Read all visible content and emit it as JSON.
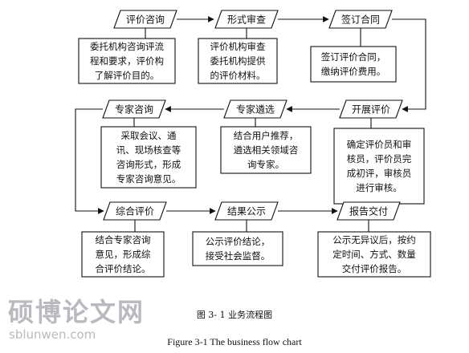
{
  "stages": [
    {
      "id": "s1",
      "title": "评价咨询",
      "body": [
        "委托机构咨询评流",
        "程和要求，评价构",
        "了解评价目的。"
      ]
    },
    {
      "id": "s2",
      "title": "形式审查",
      "body": [
        "评价机构审查",
        "委托机构提供",
        "的评价材料。"
      ]
    },
    {
      "id": "s3",
      "title": "签订合同",
      "body": [
        "签订评价合同，",
        "缴纳评价费用。"
      ]
    },
    {
      "id": "s4",
      "title": "开展评价",
      "body": [
        "确定评价员和审",
        "核员，评价员完",
        "成初评，审核员",
        "进行审核。"
      ]
    },
    {
      "id": "s5",
      "title": "专家遴选",
      "body": [
        "结合用户推荐，",
        "遴选相关领域咨",
        "询专家。"
      ]
    },
    {
      "id": "s6",
      "title": "专家咨询",
      "body": [
        "采取会议、通",
        "讯、现场核查等",
        "咨询形式，形成",
        "专家咨询意见。"
      ]
    },
    {
      "id": "s7",
      "title": "综合评价",
      "body": [
        "结合专家咨询",
        "意见，形成综",
        "合评价结论。"
      ]
    },
    {
      "id": "s8",
      "title": "结果公示",
      "body": [
        "公示评价结论，",
        "接受社会监督。"
      ]
    },
    {
      "id": "s9",
      "title": "报告交付",
      "body": [
        "公示无异议后，按约",
        "定时间、方式、数量",
        "交付评价报告。"
      ]
    }
  ],
  "caption_cn": "图 3- 1    业务流程图",
  "caption_en": "Figure 3-1    The business flow chart",
  "watermark": {
    "cn": "硕博论文网",
    "url": "sblunwen.com"
  }
}
